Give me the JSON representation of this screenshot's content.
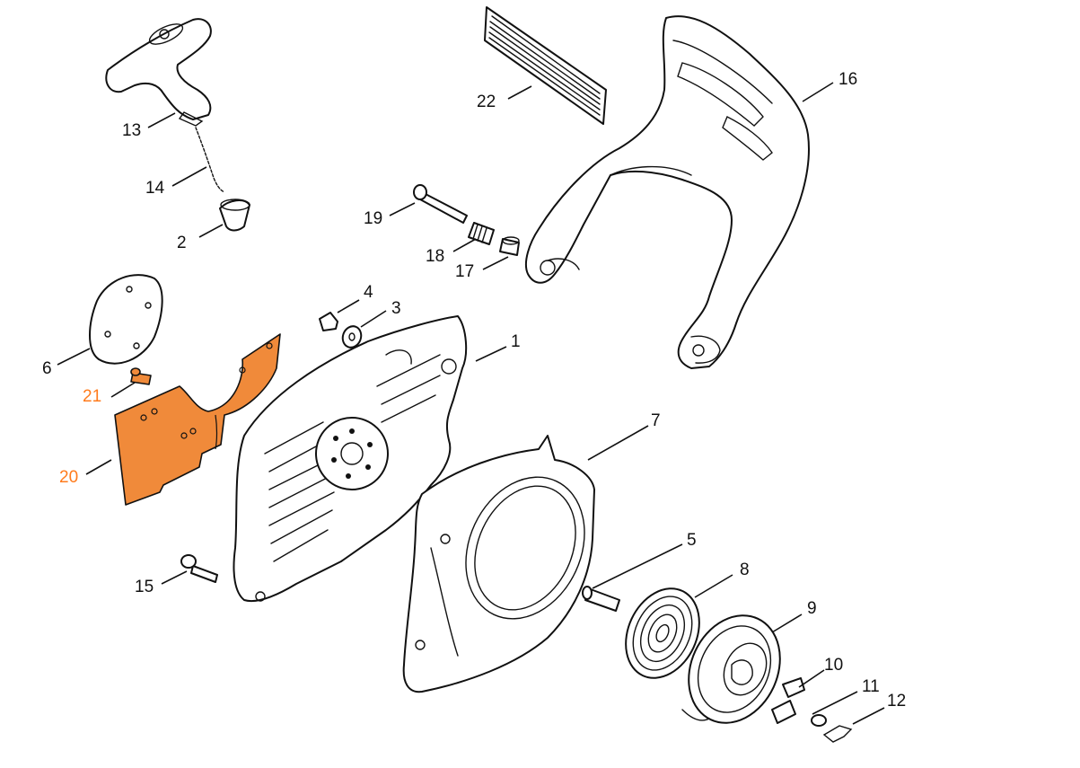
{
  "diagram": {
    "highlight_color": "#ff7b1c",
    "callouts": [
      {
        "id": "p1",
        "number": "1",
        "highlighted": false
      },
      {
        "id": "p2",
        "number": "2",
        "highlighted": false
      },
      {
        "id": "p3",
        "number": "3",
        "highlighted": false
      },
      {
        "id": "p4",
        "number": "4",
        "highlighted": false
      },
      {
        "id": "p5",
        "number": "5",
        "highlighted": false
      },
      {
        "id": "p6",
        "number": "6",
        "highlighted": false
      },
      {
        "id": "p7",
        "number": "7",
        "highlighted": false
      },
      {
        "id": "p8",
        "number": "8",
        "highlighted": false
      },
      {
        "id": "p9",
        "number": "9",
        "highlighted": false
      },
      {
        "id": "p10",
        "number": "10",
        "highlighted": false
      },
      {
        "id": "p11",
        "number": "11",
        "highlighted": false
      },
      {
        "id": "p12",
        "number": "12",
        "highlighted": false
      },
      {
        "id": "p13",
        "number": "13",
        "highlighted": false
      },
      {
        "id": "p14",
        "number": "14",
        "highlighted": false
      },
      {
        "id": "p15",
        "number": "15",
        "highlighted": false
      },
      {
        "id": "p16",
        "number": "16",
        "highlighted": false
      },
      {
        "id": "p17",
        "number": "17",
        "highlighted": false
      },
      {
        "id": "p18",
        "number": "18",
        "highlighted": false
      },
      {
        "id": "p19",
        "number": "19",
        "highlighted": false
      },
      {
        "id": "p20",
        "number": "20",
        "highlighted": true
      },
      {
        "id": "p21",
        "number": "21",
        "highlighted": true
      },
      {
        "id": "p22",
        "number": "22",
        "highlighted": false
      }
    ]
  }
}
